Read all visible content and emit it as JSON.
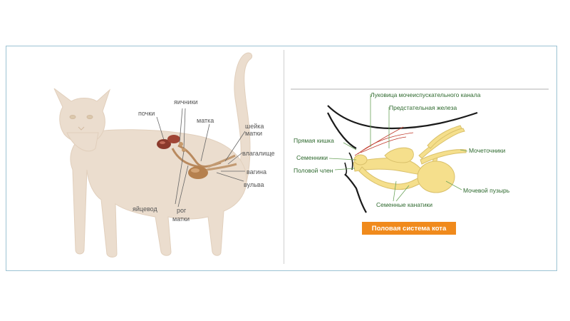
{
  "cat_diagram": {
    "labels": {
      "yaichniki": "яичники",
      "pochki": "почки",
      "matka": "матка",
      "sheika_1": "шейка",
      "sheika_2": "матки",
      "vlagalishche": "влагалище",
      "vagina": "вагина",
      "vulva": "вульва",
      "yaitsevod": "яйцевод",
      "rog_1": "рог",
      "rog_2": "матки"
    }
  },
  "male_diagram": {
    "labels": {
      "lukovitsa": "Луковица мочеиспускательного канала",
      "predstatelnaya": "Предстательная железа",
      "pryamaya_kishka": "Прямая кишка",
      "semenniki": "Семенники",
      "polovoi_chlen": "Половой член",
      "mochetochniki": "Мочеточники",
      "mochevoi_puzyr": "Мочевой пузырь",
      "semennye_kanatiki": "Семенные канатики"
    },
    "title": "Половая система кота"
  },
  "colors": {
    "organ_yellow": "#f5df8c",
    "organ_outline": "#d9c06a",
    "kidney": "#8b3a2c",
    "uterus": "#b98a5f",
    "leader_green": "#6aa35a",
    "banner": "#f08a1c",
    "frame_border": "#9cc3d3"
  }
}
